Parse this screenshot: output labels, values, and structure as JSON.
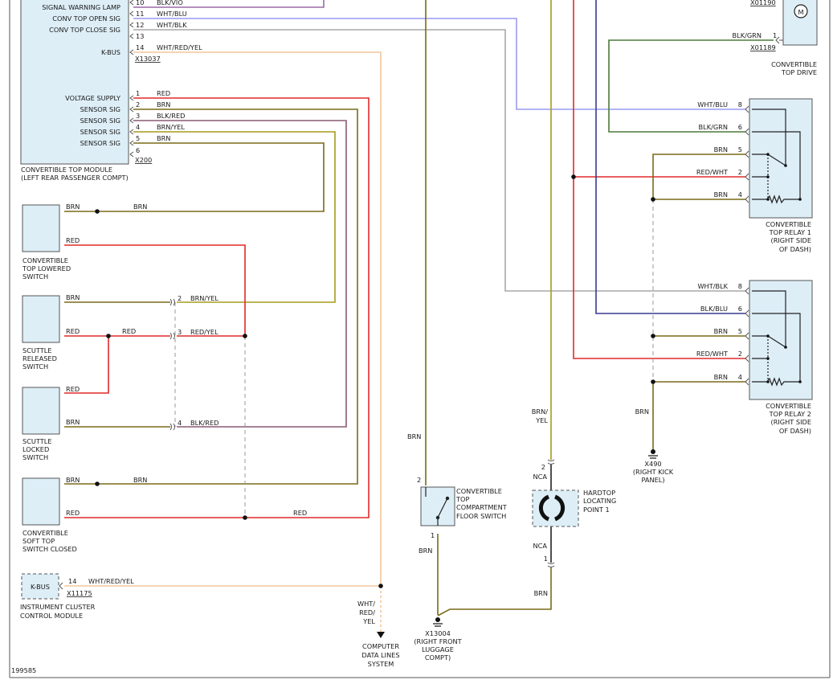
{
  "wire_colors": {
    "RED": "#e12a2a",
    "BRN": "#7a6a18",
    "BRN_YEL": "#a59b1a",
    "BLK_RED": "#8a5a75",
    "WHT_BLU": "#9a9af0",
    "WHT_BLK": "#a8a8a8",
    "WHT_RED_YEL": "#f2c79a",
    "BLK_GRN": "#4e7a3b",
    "BLK_BLU": "#3a3a90",
    "BLK_VIO": "#9a6aa8",
    "GROUND": "#7a6a18"
  },
  "module": {
    "pins_top": [
      {
        "label": "SIGNAL WARNING LAMP",
        "pin": "10",
        "wire": "BLK/VIO"
      },
      {
        "label": "CONV TOP OPEN SIG",
        "pin": "11",
        "wire": "WHT/BLU"
      },
      {
        "label": "CONV TOP CLOSE SIG",
        "pin": "12",
        "wire": "WHT/BLK"
      },
      {
        "label": "",
        "pin": "13",
        "wire": ""
      },
      {
        "label": "K-BUS",
        "pin": "14",
        "wire": "WHT/RED/YEL"
      }
    ],
    "connector_top": "X13037",
    "pins_bottom": [
      {
        "label": "VOLTAGE SUPPLY",
        "pin": "1",
        "wire": "RED"
      },
      {
        "label": "SENSOR SIG",
        "pin": "2",
        "wire": "BRN"
      },
      {
        "label": "SENSOR SIG",
        "pin": "3",
        "wire": "BLK/RED"
      },
      {
        "label": "SENSOR SIG",
        "pin": "4",
        "wire": "BRN/YEL"
      },
      {
        "label": "SENSOR SIG",
        "pin": "5",
        "wire": "BRN"
      },
      {
        "label": "",
        "pin": "6",
        "wire": ""
      }
    ],
    "connector_bottom": "X200",
    "name": [
      "CONVERTIBLE TOP MODULE",
      "(LEFT REAR PASSENGER COMPT)"
    ]
  },
  "switches": [
    {
      "name": [
        "CONVERTIBLE",
        "TOP LOWERED",
        "SWITCH"
      ],
      "top_wire": "BRN",
      "top_wire2": "BRN",
      "bottom_wire": "RED"
    },
    {
      "name": [
        "SCUTTLE",
        "RELEASED",
        "SWITCH"
      ],
      "top_wire": "BRN",
      "top_pin": "2",
      "top_pin_wire": "BRN/YEL",
      "bottom_wire": "RED",
      "bottom_wire2": "RED",
      "bottom_pin": "3",
      "bottom_pin_wire": "RED/YEL"
    },
    {
      "name": [
        "SCUTTLE",
        "LOCKED",
        "SWITCH"
      ],
      "top_wire": "RED",
      "bottom_wire": "BRN",
      "bottom_pin": "4",
      "bottom_pin_wire": "BLK/RED"
    },
    {
      "name": [
        "CONVERTIBLE",
        "SOFT TOP",
        "SWITCH CLOSED"
      ],
      "top_wire": "BRN",
      "top_wire2": "BRN",
      "bottom_wire": "RED",
      "bottom_wire2": "RED"
    }
  ],
  "cluster": {
    "label": "K-BUS",
    "pin": "14",
    "wire": "WHT/RED/YEL",
    "connector": "X11175",
    "name": [
      "INSTRUMENT CLUSTER",
      "CONTROL MODULE"
    ]
  },
  "data_lines": {
    "wire": [
      "WHT/",
      "RED/",
      "YEL"
    ],
    "name": [
      "COMPUTER",
      "DATA LINES",
      "SYSTEM"
    ]
  },
  "floor_switch": {
    "name": [
      "CONVERTIBLE",
      "TOP",
      "COMPARTMENT",
      "FLOOR SWITCH"
    ],
    "pin_top": "2",
    "pin_bottom": "1",
    "wire_left": "BRN",
    "wire_bottom": "BRN"
  },
  "ground_x13004": {
    "id": "X13004",
    "desc": [
      "(RIGHT FRONT",
      "LUGGAGE",
      "COMPT)"
    ]
  },
  "hardtop": {
    "name": [
      "HARDTOP",
      "LOCATING",
      "POINT 1"
    ],
    "wire_top": [
      "BRN/",
      "YEL"
    ],
    "pin_top": "2",
    "nca_top": "NCA",
    "pin_bottom": "1",
    "nca_bottom": "NCA",
    "wire_bottom": "BRN"
  },
  "drive": {
    "connector_top": "X01190",
    "wire": "BLK/GRN",
    "pin": "1",
    "connector": "X01189",
    "name": [
      "CONVERTIBLE",
      "TOP DRIVE"
    ],
    "motor": "M"
  },
  "relay1": {
    "name": [
      "CONVERTIBLE",
      "TOP RELAY 1",
      "(RIGHT SIDE",
      "OF DASH)"
    ],
    "pins": [
      {
        "wire": "WHT/BLU",
        "pin": "8"
      },
      {
        "wire": "BLK/GRN",
        "pin": "6"
      },
      {
        "wire": "BRN",
        "pin": "5"
      },
      {
        "wire": "RED/WHT",
        "pin": "2"
      },
      {
        "wire": "BRN",
        "pin": "4"
      }
    ]
  },
  "relay2": {
    "name": [
      "CONVERTIBLE",
      "TOP RELAY 2",
      "(RIGHT SIDE",
      "OF DASH)"
    ],
    "pins": [
      {
        "wire": "WHT/BLK",
        "pin": "8"
      },
      {
        "wire": "BLK/BLU",
        "pin": "6"
      },
      {
        "wire": "BRN",
        "pin": "5"
      },
      {
        "wire": "RED/WHT",
        "pin": "2"
      },
      {
        "wire": "BRN",
        "pin": "4"
      }
    ]
  },
  "ground_x490": {
    "wire": "BRN",
    "id": "X490",
    "desc": [
      "(RIGHT KICK",
      "PANEL)"
    ]
  },
  "figure_id": "199585"
}
